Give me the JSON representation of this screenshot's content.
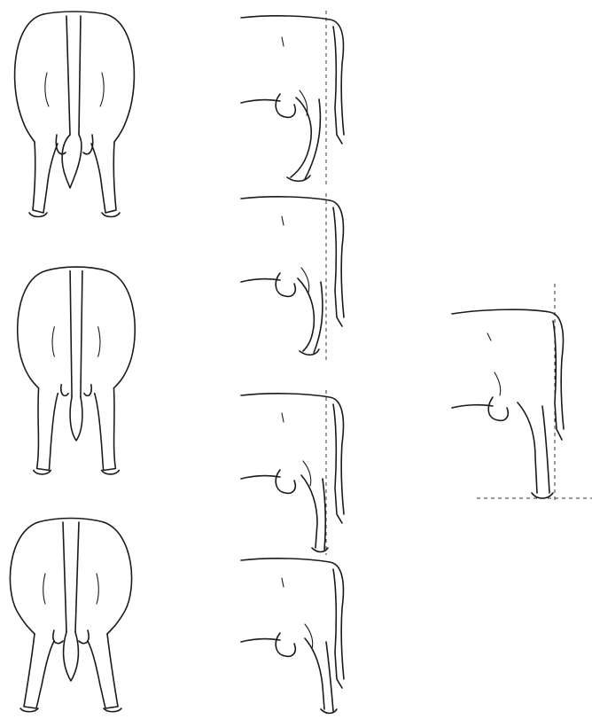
{
  "figure": {
    "rear_views": [
      {
        "id": "rear-1",
        "stance": "hocks-in"
      },
      {
        "id": "rear-2",
        "stance": "slight-hocks-in"
      },
      {
        "id": "rear-3",
        "stance": "wide"
      }
    ],
    "side_views": [
      {
        "id": "side-1",
        "leg": "sickle"
      },
      {
        "id": "side-2",
        "leg": "moderate"
      },
      {
        "id": "side-3",
        "leg": "straight"
      },
      {
        "id": "side-4",
        "leg": "posty"
      }
    ],
    "reference_view": {
      "id": "reference",
      "guide_lines": "plumb-and-ground"
    },
    "line_color": "#1a1a1a",
    "background": "#ffffff"
  }
}
